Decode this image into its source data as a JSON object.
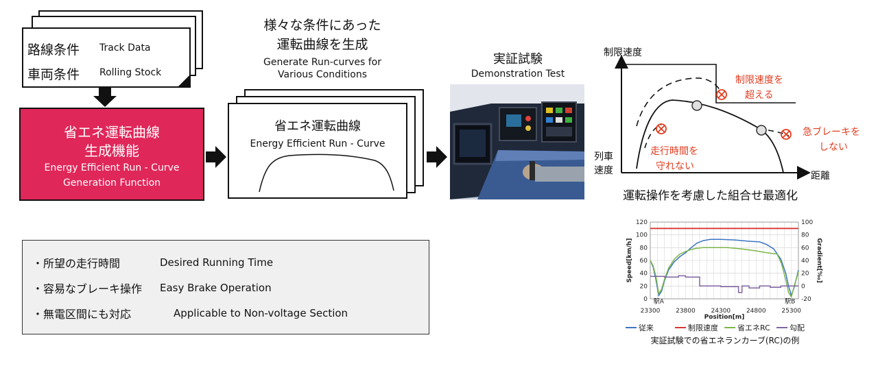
{
  "input": {
    "route_ja": "路線条件",
    "route_en": "Track Data",
    "vehicle_ja": "車両条件",
    "vehicle_en": "Rolling Stock"
  },
  "generator": {
    "ja_line1": "省エネ運転曲線",
    "ja_line2": "生成機能",
    "en_line1": "Energy Efficient Run - Curve",
    "en_line2": "Generation Function",
    "color": "#e0275a"
  },
  "various": {
    "ja_line1": "様々な条件にあった",
    "ja_line2": "運転曲線を生成",
    "en_line1": "Generate Run-curves for",
    "en_line2": "Various Conditions"
  },
  "curve_card": {
    "ja": "省エネ運転曲線",
    "en": "Energy Efficient Run - Curve"
  },
  "demo": {
    "ja": "実証試験",
    "en": "Demonstration Test"
  },
  "speed_diagram": {
    "y_label_top": "制限速度",
    "y_label_1": "列車",
    "y_label_2": "速度",
    "x_label": "距離",
    "exceed_1": "制限速度を",
    "exceed_2": "超える",
    "brake_1": "急ブレーキを",
    "brake_2": "しない",
    "time_1": "走行時間を",
    "time_2": "守れない",
    "accent": "#e03c1e"
  },
  "combo_title": "運転操作を考慮した組合せ最適化",
  "features": [
    {
      "ja": "・所望の走行時間",
      "en": "Desired Running Time"
    },
    {
      "ja": "・容易なブレーキ操作",
      "en": "Easy Brake Operation"
    },
    {
      "ja": "・無電区間にも対応",
      "en": "Applicable to Non-voltage Section"
    }
  ],
  "chart_data": {
    "type": "line",
    "xlabel": "Position[m]",
    "ylabel": "Speed[km/h]",
    "ylabel_right": "Gradient[‰]",
    "xlim": [
      23300,
      25400
    ],
    "ylim": [
      0,
      120
    ],
    "ylim_right": [
      -20,
      100
    ],
    "x_ticks": [
      23300,
      23800,
      24300,
      24800,
      25300
    ],
    "y_ticks": [
      0,
      20,
      40,
      60,
      80,
      100,
      120
    ],
    "y_ticks_right": [
      -20,
      0,
      20,
      40,
      60,
      80,
      100
    ],
    "annotations": [
      {
        "text": "駅A",
        "x": 23420,
        "y": -5
      },
      {
        "text": "駅B",
        "x": 25280,
        "y": -5
      }
    ],
    "caption": "実証試験での省エネランカーブ(RC)の例",
    "legend_position": "bottom",
    "series": [
      {
        "name": "従来",
        "color": "#3b73c4",
        "axis": "left",
        "x": [
          23300,
          23340,
          23380,
          23420,
          23460,
          23500,
          23560,
          23640,
          23720,
          23800,
          23880,
          23960,
          24050,
          24150,
          24300,
          24500,
          24700,
          24850,
          24950,
          25050,
          25150,
          25220,
          25260,
          25300,
          25340,
          25400
        ],
        "y": [
          60,
          50,
          30,
          5,
          12,
          28,
          45,
          58,
          66,
          72,
          80,
          87,
          91,
          93,
          93,
          92,
          90,
          89,
          85,
          78,
          62,
          40,
          20,
          5,
          18,
          45
        ]
      },
      {
        "name": "制限速度",
        "color": "#d93535",
        "axis": "left",
        "x": [
          23300,
          25400
        ],
        "y": [
          110,
          110
        ]
      },
      {
        "name": "省エネRC",
        "color": "#7ab648",
        "axis": "left",
        "x": [
          23300,
          23340,
          23380,
          23420,
          23460,
          23500,
          23560,
          23640,
          23720,
          23800,
          23880,
          23950,
          24050,
          24200,
          24400,
          24600,
          24800,
          24950,
          25100,
          25160,
          25220,
          25260,
          25300,
          25340,
          25400
        ],
        "y": [
          60,
          52,
          35,
          8,
          15,
          30,
          48,
          62,
          70,
          74,
          77,
          79,
          80,
          80,
          80,
          78,
          75,
          72,
          70,
          55,
          30,
          10,
          3,
          20,
          42
        ]
      },
      {
        "name": "勾配",
        "color": "#8064a2",
        "axis": "right",
        "x": [
          23300,
          23500,
          23500,
          23700,
          23700,
          23800,
          23800,
          24000,
          24000,
          24300,
          24300,
          24550,
          24550,
          24600,
          24600,
          24700,
          24700,
          24850,
          24850,
          25000,
          25000,
          25150,
          25150,
          25300,
          25300,
          25400
        ],
        "y": [
          15,
          15,
          14,
          14,
          16,
          16,
          14,
          14,
          0,
          0,
          -1,
          -1,
          -10,
          -10,
          0,
          0,
          -3,
          -3,
          0,
          0,
          -2,
          -2,
          0,
          0,
          0,
          0
        ]
      }
    ]
  }
}
